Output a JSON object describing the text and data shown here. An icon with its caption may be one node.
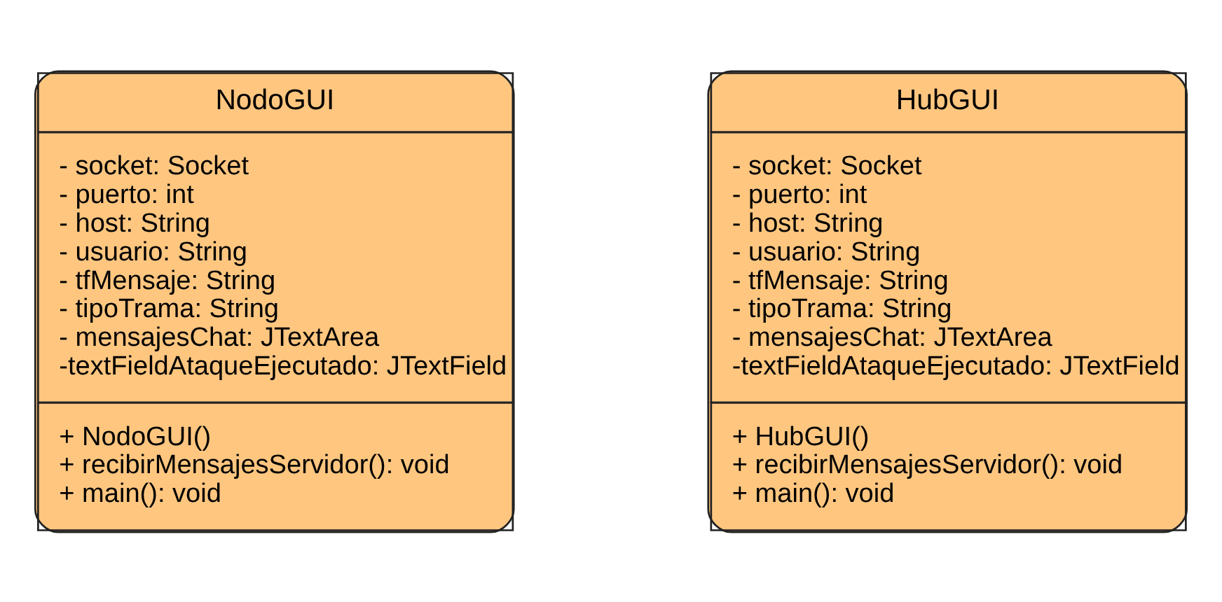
{
  "diagram": {
    "nodes": [
      {
        "text": [
          "NodoGUI",
          "- socket: Socket",
          "- puerto: int",
          "- host: String",
          "- usuario: String",
          "- tfMensaje: String",
          "- tipoTrama: String",
          "- mensajesChat: JTextArea",
          "-textFieldAtaqueEjecutado: JTextField",
          "+ NodoGUI()",
          "+ recibirMensajesServidor(): void",
          "+ main(): void"
        ]
      },
      {
        "text": [
          "HubGUI",
          "- socket: Socket",
          "- puerto: int",
          "- host: String",
          "- usuario: String",
          "- tfMensaje: String",
          "- tipoTrama: String",
          "- mensajesChat: JTextArea",
          "-textFieldAtaqueEjecutado: JTextField",
          "+ HubGUI()",
          "+ recibirMensajesServidor(): void",
          "+ main(): void"
        ]
      }
    ],
    "edges": []
  }
}
